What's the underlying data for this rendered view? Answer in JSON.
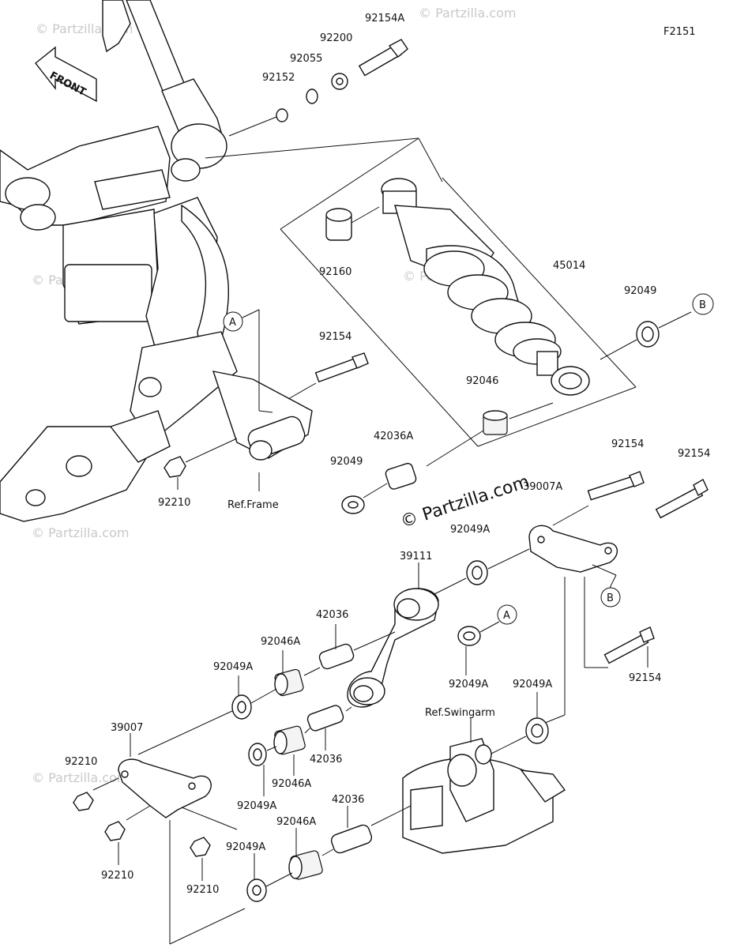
{
  "figure_code": "F2151",
  "front_label": "FRONT",
  "copyright": "© Partzilla.com",
  "watermark": "© Partzilla.com",
  "callouts": {
    "a": "A",
    "b": "B"
  },
  "labels": {
    "p92154A": "92154A",
    "p92200": "92200",
    "p92055": "92055",
    "p92152": "92152",
    "p92160": "92160",
    "p45014": "45014",
    "p92049_top": "92049",
    "p92154_mid": "92154",
    "p92046": "92046",
    "p42036A": "42036A",
    "p92049_left": "92049",
    "p92210_top": "92210",
    "ref_frame": "Ref.Frame",
    "p92154_r1": "92154",
    "p92154_r2": "92154",
    "p39007A": "39007A",
    "p92049A_1": "92049A",
    "p39111": "39111",
    "p42036_1": "42036",
    "p92046A_1": "92046A",
    "p92049A_2": "92049A",
    "p92049A_3": "92049A",
    "p92049A_4": "92049A",
    "p92154_r3": "92154",
    "ref_swingarm": "Ref.Swingarm",
    "p39007": "39007",
    "p92210_a": "92210",
    "p92210_b": "92210",
    "p92210_c": "92210",
    "p42036_2": "42036",
    "p92046A_2": "92046A",
    "p92049A_5": "92049A",
    "p42036_3": "42036",
    "p92046A_3": "92046A",
    "p92049A_6": "92049A"
  }
}
